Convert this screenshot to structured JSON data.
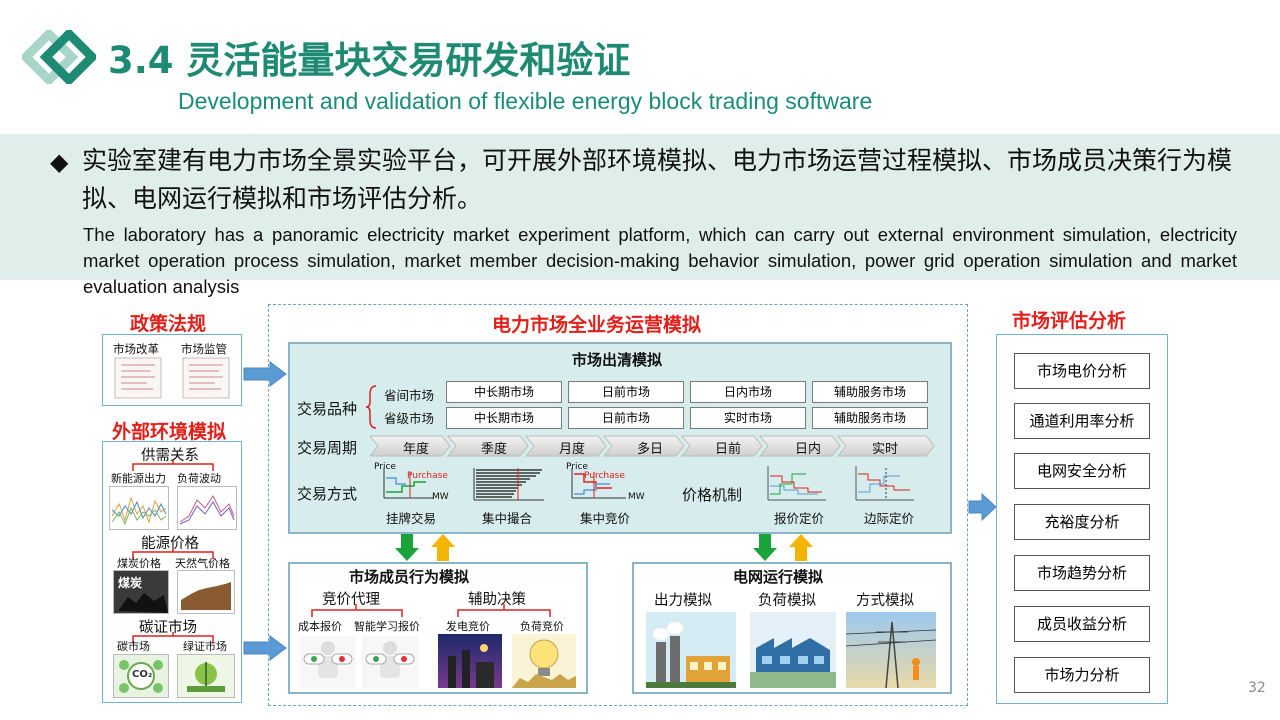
{
  "header": {
    "title": "3.4 灵活能量块交易研发和验证",
    "subtitle": "Development and validation of flexible energy block trading software",
    "logo_icon": "interlocking-diamonds-logo",
    "accent_color": "#1e8a74"
  },
  "intro": {
    "bullet_icon": "diamond-bullet",
    "cn_text": "实验室建有电力市场全景实验平台，可开展外部环境模拟、电力市场运营过程模拟、市场成员决策行为模拟、电网运行模拟和市场评估分析。",
    "en_text": "The laboratory has a panoramic electricity market experiment platform, which can carry out external environment simulation, electricity market operation process simulation, market member decision-making behavior simulation, power grid operation simulation and market evaluation analysis"
  },
  "policy": {
    "title": "政策法规",
    "doc1": "市场改革",
    "doc2": "市场监管"
  },
  "external": {
    "title": "外部环境模拟",
    "supply_demand": {
      "heading": "供需关系",
      "left": "新能源出力",
      "right": "负荷波动"
    },
    "energy_price": {
      "heading": "能源价格",
      "left": "煤炭价格",
      "right": "天然气价格",
      "img_text": "煤炭"
    },
    "carbon": {
      "heading": "碳证市场",
      "left": "碳市场",
      "right": "绿证市场",
      "img_text": "CO₂"
    }
  },
  "operation": {
    "title": "电力市场全业务运营模拟",
    "clearing": {
      "title": "市场出清模拟",
      "variety_label": "交易品种",
      "rows": [
        {
          "label": "省间市场",
          "cells": [
            "中长期市场",
            "日前市场",
            "日内市场",
            "辅助服务市场"
          ]
        },
        {
          "label": "省级市场",
          "cells": [
            "中长期市场",
            "日前市场",
            "实时市场",
            "辅助服务市场"
          ]
        }
      ],
      "period_label": "交易周期",
      "periods": [
        "年度",
        "季度",
        "月度",
        "多日",
        "日前",
        "日内",
        "实时"
      ],
      "method_label": "交易方式",
      "methods": [
        "挂牌交易",
        "集中撮合",
        "集中竞价"
      ],
      "price_label": "价格机制",
      "prices": [
        "报价定价",
        "边际定价"
      ],
      "chart_price": "Price",
      "chart_mw": "MW",
      "chart_purchase": "Purchase"
    },
    "member": {
      "title": "市场成员行为模拟",
      "agent": "竞价代理",
      "assist": "辅助决策",
      "items": [
        "成本报价",
        "智能学习报价",
        "发电竞价",
        "负荷竞价"
      ]
    },
    "grid": {
      "title": "电网运行模拟",
      "items": [
        "出力模拟",
        "负荷模拟",
        "方式模拟"
      ]
    }
  },
  "evaluation": {
    "title": "市场评估分析",
    "items": [
      "市场电价分析",
      "通道利用率分析",
      "电网安全分析",
      "充裕度分析",
      "市场趋势分析",
      "成员收益分析",
      "市场力分析"
    ]
  },
  "colors": {
    "red_title": "#e0201b",
    "arrow_blue": "#5b9bd5",
    "arrow_green": "#1aa33a",
    "arrow_yellow": "#f4b400"
  },
  "page_number": "32"
}
